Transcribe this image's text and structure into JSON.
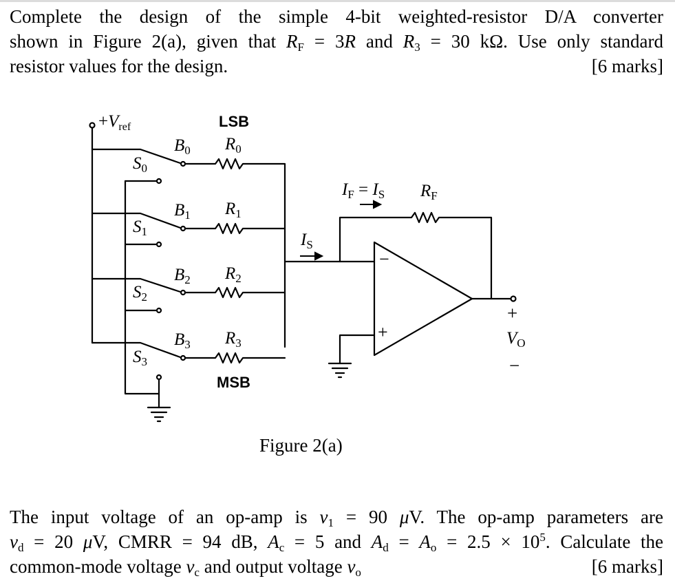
{
  "question1": {
    "line1": "Complete the design of the simple 4-bit weighted-resistor D/A converter",
    "line2_a": "shown in Figure 2(a), given that ",
    "rf_sym": "R",
    "rf_sub": "F",
    "line2_b": " = 3",
    "r_sym": "R",
    "line2_c": " and ",
    "r3_sym": "R",
    "r3_sub": "3",
    "line2_d": " = 30 kΩ. Use only standard",
    "line3": "resistor values for the design.",
    "marks": "[6 marks]"
  },
  "figure": {
    "caption": "Figure 2(a)",
    "vref_plus": "+",
    "vref_sym": "V",
    "vref_sub": "ref",
    "lsb": "LSB",
    "msb": "MSB",
    "switches": [
      {
        "s": "S",
        "s_sub": "0",
        "b": "B",
        "b_sub": "0",
        "r": "R",
        "r_sub": "0"
      },
      {
        "s": "S",
        "s_sub": "1",
        "b": "B",
        "b_sub": "1",
        "r": "R",
        "r_sub": "1"
      },
      {
        "s": "S",
        "s_sub": "2",
        "b": "B",
        "b_sub": "2",
        "r": "R",
        "r_sub": "2"
      },
      {
        "s": "S",
        "s_sub": "3",
        "b": "B",
        "b_sub": "3",
        "r": "R",
        "r_sub": "3"
      }
    ],
    "is_label": "I",
    "is_sub": "S",
    "if_label_a": "I",
    "if_sub_a": "F",
    "if_eq": " = ",
    "if_label_b": "I",
    "if_sub_b": "S",
    "rf_label": "R",
    "rf_sub": "F",
    "minus": "−",
    "plus": "+",
    "out_plus": "+",
    "out_minus": "−",
    "vo_sym": "V",
    "vo_sub": "O"
  },
  "question2": {
    "t1": "The input voltage of an op-amp is ",
    "v1": "v",
    "v1_sub": "1",
    "t2": " = 90 ",
    "mu1": "μ",
    "t3": "V. The op-amp parameters are",
    "vd": "v",
    "vd_sub": "d",
    "t4": " = 20 ",
    "mu2": "μ",
    "t5": "V, CMRR = 94 dB, ",
    "ac": "A",
    "ac_sub": "c",
    "t6": " = 5 and ",
    "ad": "A",
    "ad_sub": "d",
    "t7": " = ",
    "ao": "A",
    "ao_sub": "o",
    "t8": " = 2.5 × 10",
    "exp": "5",
    "t9": ". Calculate the",
    "t10": "common-mode voltage ",
    "vc": "v",
    "vc_sub": "c",
    "t11": " and output voltage ",
    "vo": "v",
    "vo_sub": "o",
    "marks": "[6 marks]"
  }
}
